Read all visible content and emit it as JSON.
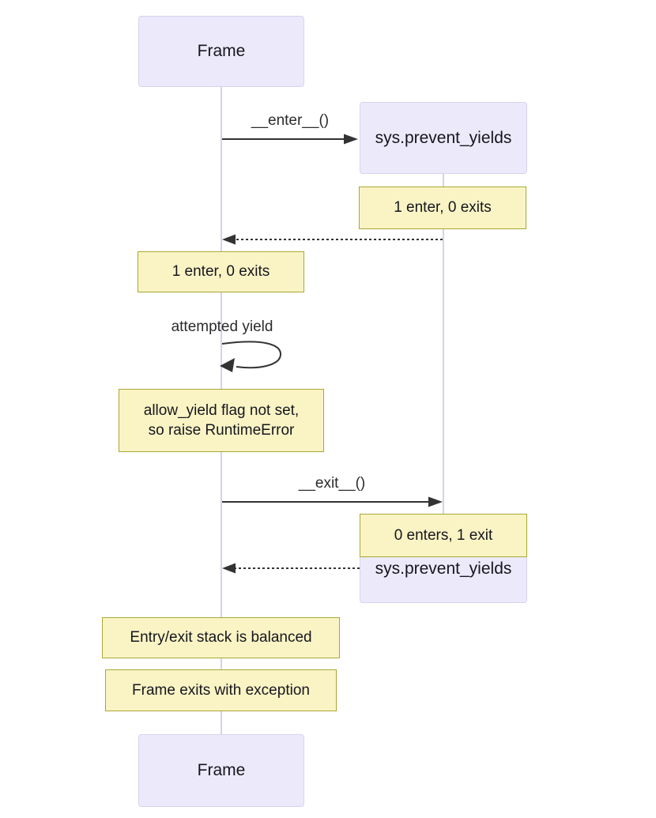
{
  "actors": {
    "frame": "Frame",
    "sys": "sys.prevent_yields"
  },
  "messages": {
    "enter": "__enter__()",
    "self_yield": "attempted yield",
    "exit": "__exit__()"
  },
  "notes": {
    "sys_enter": "1 enter, 0 exits",
    "frame_enter": "1 enter, 0 exits",
    "allow_yield": {
      "line1": "allow_yield flag not set,",
      "line2": "so raise RuntimeError"
    },
    "sys_exit": "0 enters, 1 exit",
    "balanced": "Entry/exit stack is balanced",
    "exception": "Frame exits with exception"
  },
  "colors": {
    "background": "#ffffff",
    "actor_fill": "#eceafa",
    "actor_border": "#d8d2ee",
    "lifeline": "#d8d0ee",
    "note_fill": "#faf4c5",
    "note_border": "#a8a833",
    "arrow": "#333333",
    "text": "#16161d"
  }
}
